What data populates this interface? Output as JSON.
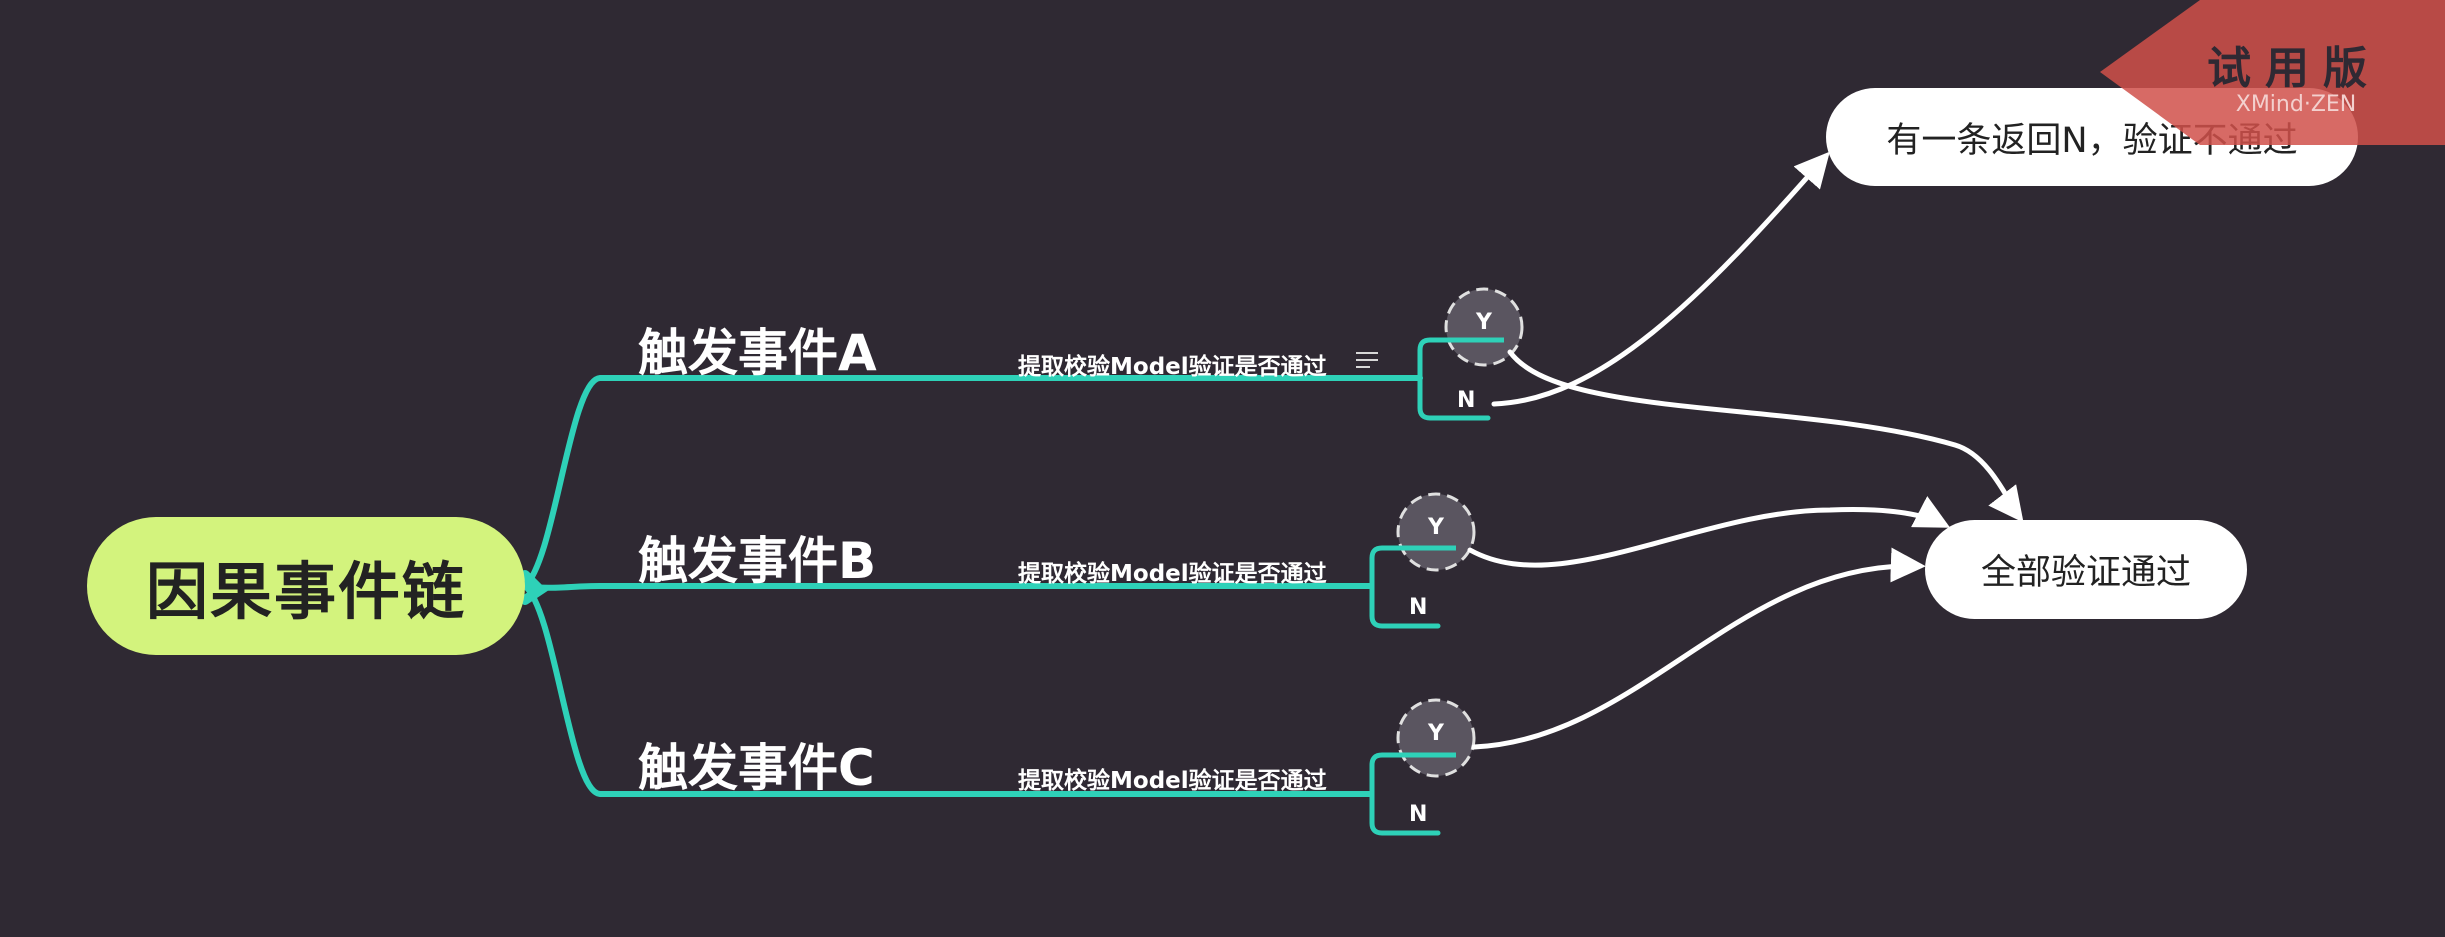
{
  "root": {
    "label": "因果事件链",
    "color": "#d3f37d"
  },
  "branches": [
    {
      "label": "触发事件A",
      "check": "提取校验Model验证是否通过",
      "yes": "Y",
      "no": "N",
      "has_note": true
    },
    {
      "label": "触发事件B",
      "check": "提取校验Model验证是否通过",
      "yes": "Y",
      "no": "N",
      "has_note": false
    },
    {
      "label": "触发事件C",
      "check": "提取校验Model验证是否通过",
      "yes": "Y",
      "no": "N",
      "has_note": false
    }
  ],
  "results": {
    "fail": "有一条返回N，验证不通过",
    "pass": "全部验证通过"
  },
  "watermark": {
    "title": "试用版",
    "subtitle": "XMind·ZEN",
    "color": "#d0504a"
  },
  "colors": {
    "background": "#2f2933",
    "branch_line": "#2ed1b8",
    "yn_bubble": "#5a5560",
    "connector": "#ffffff"
  },
  "icons": {
    "note": "notes-icon"
  }
}
